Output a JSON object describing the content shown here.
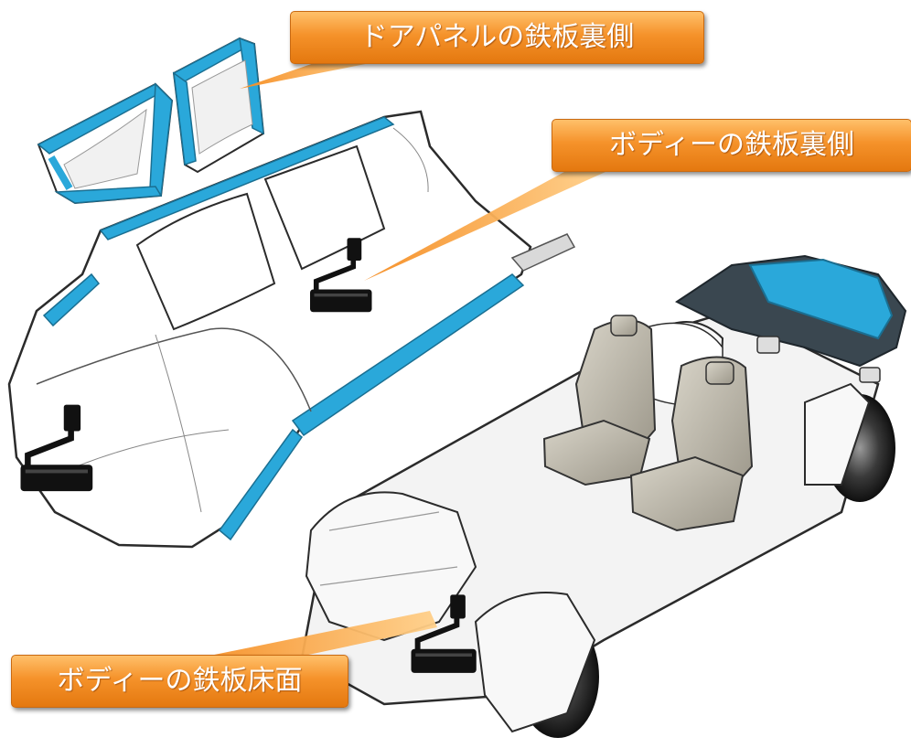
{
  "callouts": [
    {
      "id": "door-panel-inner",
      "text": "ドアパネルの鉄板裏側"
    },
    {
      "id": "body-inner",
      "text": "ボディーの鉄板裏側"
    },
    {
      "id": "body-floor",
      "text": "ボディーの鉄板床面"
    }
  ],
  "colors": {
    "panel_edge": "#2aa8da",
    "body": "#ffffff",
    "outline": "#2b2b2b",
    "seat": "#bdb8aa",
    "callout": "#f08a1c",
    "roller": "#111111"
  },
  "icons": [
    "paint-roller-icon"
  ]
}
